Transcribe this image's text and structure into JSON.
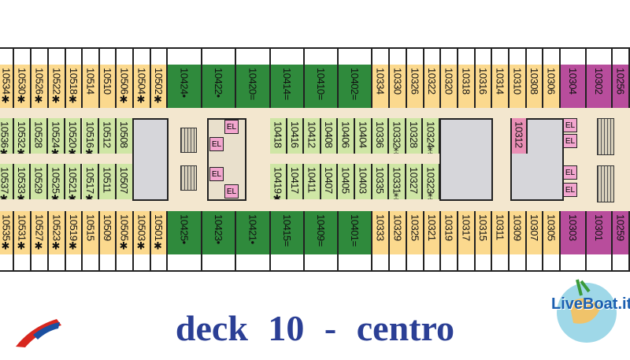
{
  "title": "deck 10 - centro",
  "logo_text": "LiveBoat.it",
  "colors": {
    "balcony": "#fbd98e",
    "suite": "#2f8a3c",
    "interior": "#cfe6a5",
    "special": "#b84d9c",
    "title": "#2b3f95"
  },
  "elevator_label": "EL",
  "top_row": [
    {
      "n": "10534✱",
      "c": "y",
      "w": 18
    },
    {
      "n": "10530✱",
      "c": "y",
      "w": 22
    },
    {
      "n": "10526✱",
      "c": "y",
      "w": 22
    },
    {
      "n": "10522✱",
      "c": "y",
      "w": 22
    },
    {
      "n": "10518✱",
      "c": "y",
      "w": 21
    },
    {
      "n": "10514",
      "c": "y",
      "w": 22
    },
    {
      "n": "10510",
      "c": "y",
      "w": 21
    },
    {
      "n": "10506✱",
      "c": "y",
      "w": 22
    },
    {
      "n": "10504✱",
      "c": "y",
      "w": 22
    },
    {
      "n": "10502✱",
      "c": "y",
      "w": 21
    },
    {
      "n": "10424•",
      "c": "g",
      "w": 44
    },
    {
      "n": "10422•",
      "c": "g",
      "w": 43
    },
    {
      "n": "10420=",
      "c": "g",
      "w": 44
    },
    {
      "n": "10414=",
      "c": "g",
      "w": 43
    },
    {
      "n": "10410=",
      "c": "g",
      "w": 43
    },
    {
      "n": "10402=",
      "c": "g",
      "w": 43
    },
    {
      "n": "10334",
      "c": "y",
      "w": 22
    },
    {
      "n": "10330",
      "c": "y",
      "w": 22
    },
    {
      "n": "10326",
      "c": "y",
      "w": 22
    },
    {
      "n": "10322",
      "c": "y",
      "w": 21
    },
    {
      "n": "10320",
      "c": "y",
      "w": 22
    },
    {
      "n": "10318",
      "c": "y",
      "w": 22
    },
    {
      "n": "10316",
      "c": "y",
      "w": 21
    },
    {
      "n": "10314",
      "c": "y",
      "w": 22
    },
    {
      "n": "10310",
      "c": "y",
      "w": 22
    },
    {
      "n": "10308",
      "c": "y",
      "w": 21
    },
    {
      "n": "10306",
      "c": "y",
      "w": 22
    },
    {
      "n": "10304",
      "c": "p",
      "w": 33
    },
    {
      "n": "10302",
      "c": "p",
      "w": 33
    },
    {
      "n": "10256",
      "c": "p",
      "w": 22
    }
  ],
  "bottom_row": [
    {
      "n": "10535✱",
      "c": "y",
      "w": 18
    },
    {
      "n": "10531✱",
      "c": "y",
      "w": 22
    },
    {
      "n": "10527✱",
      "c": "y",
      "w": 22
    },
    {
      "n": "10523✱",
      "c": "y",
      "w": 22
    },
    {
      "n": "10519✱",
      "c": "y",
      "w": 21
    },
    {
      "n": "10515",
      "c": "y",
      "w": 22
    },
    {
      "n": "10509",
      "c": "y",
      "w": 21
    },
    {
      "n": "10505✱",
      "c": "y",
      "w": 22
    },
    {
      "n": "10503✱",
      "c": "y",
      "w": 22
    },
    {
      "n": "10501✱",
      "c": "y",
      "w": 21
    },
    {
      "n": "10425•",
      "c": "g",
      "w": 44
    },
    {
      "n": "10423•",
      "c": "g",
      "w": 43
    },
    {
      "n": "10421•",
      "c": "g",
      "w": 44
    },
    {
      "n": "10415=",
      "c": "g",
      "w": 43
    },
    {
      "n": "10409=",
      "c": "g",
      "w": 43
    },
    {
      "n": "10401=",
      "c": "g",
      "w": 43
    },
    {
      "n": "10333",
      "c": "y",
      "w": 22
    },
    {
      "n": "10329",
      "c": "y",
      "w": 22
    },
    {
      "n": "10325",
      "c": "y",
      "w": 22
    },
    {
      "n": "10321",
      "c": "y",
      "w": 21
    },
    {
      "n": "10319",
      "c": "y",
      "w": 22
    },
    {
      "n": "10317",
      "c": "y",
      "w": 22
    },
    {
      "n": "10315",
      "c": "y",
      "w": 21
    },
    {
      "n": "10311",
      "c": "y",
      "w": 22
    },
    {
      "n": "10309",
      "c": "y",
      "w": 22
    },
    {
      "n": "10307",
      "c": "y",
      "w": 21
    },
    {
      "n": "10305",
      "c": "y",
      "w": 22
    },
    {
      "n": "10303",
      "c": "p",
      "w": 33
    },
    {
      "n": "10301",
      "c": "p",
      "w": 33
    },
    {
      "n": "10259",
      "c": "p",
      "w": 22
    }
  ],
  "inner_left_upper": [
    "10536✱",
    "10532✱",
    "10528",
    "10524✱",
    "10520✱",
    "10516✱",
    "10512",
    "10508"
  ],
  "inner_left_lower": [
    "10537✱",
    "10533✱",
    "10529",
    "10525✱",
    "10521✱",
    "10517✱",
    "10511",
    "10507"
  ],
  "inner_right_upper": [
    "10418",
    "10416",
    "10412",
    "10408",
    "10406",
    "10404",
    "10336",
    "10332⁑",
    "10328",
    "10324⁑"
  ],
  "inner_right_lower": [
    "10419✱",
    "10417",
    "10411",
    "10407",
    "10405",
    "10403",
    "10335",
    "10331⁑",
    "10327",
    "10323⁑"
  ],
  "special_cabin": "10312"
}
